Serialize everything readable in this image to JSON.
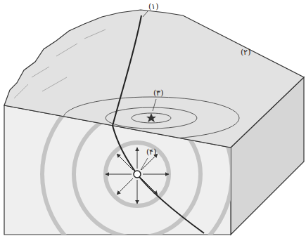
{
  "diagram": {
    "labels": [
      "(۱)",
      "(۲)",
      "(۳)",
      "(۴)"
    ]
  }
}
